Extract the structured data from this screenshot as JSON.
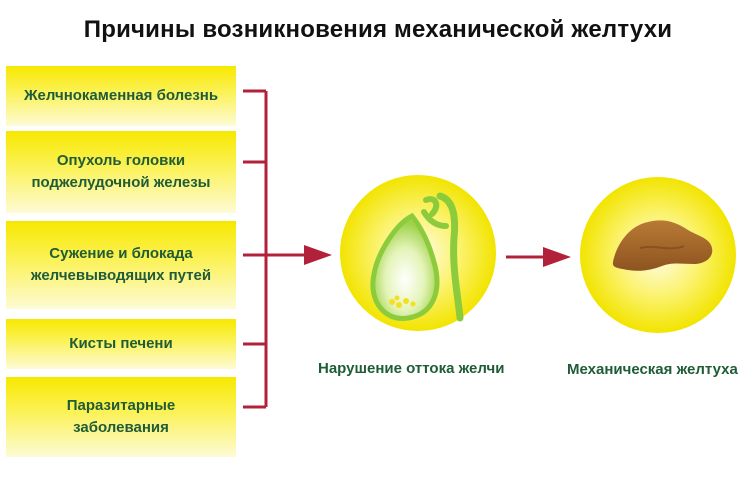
{
  "title": "Причины возникновения механической желтухи",
  "causes": [
    {
      "lines": [
        "Желчнокаменная болезнь"
      ]
    },
    {
      "lines": [
        "Опухоль головки",
        "поджелудочной железы"
      ]
    },
    {
      "lines": [
        "Сужение и блокада",
        "желчевыводящих путей"
      ]
    },
    {
      "lines": [
        "Кисты печени"
      ]
    },
    {
      "lines": [
        "Паразитарные",
        "заболевания"
      ]
    }
  ],
  "steps": [
    {
      "label": "Нарушение оттока желчи",
      "icon": "gallbladder-icon"
    },
    {
      "label": "Механическая желтуха",
      "icon": "liver-icon"
    }
  ],
  "colors": {
    "box_yellow": "#f7e800",
    "text_green": "#1f5c37",
    "connector_red": "#b3203a",
    "organ_green": "#8ccc3c",
    "liver_brown": "#a86a2c"
  }
}
